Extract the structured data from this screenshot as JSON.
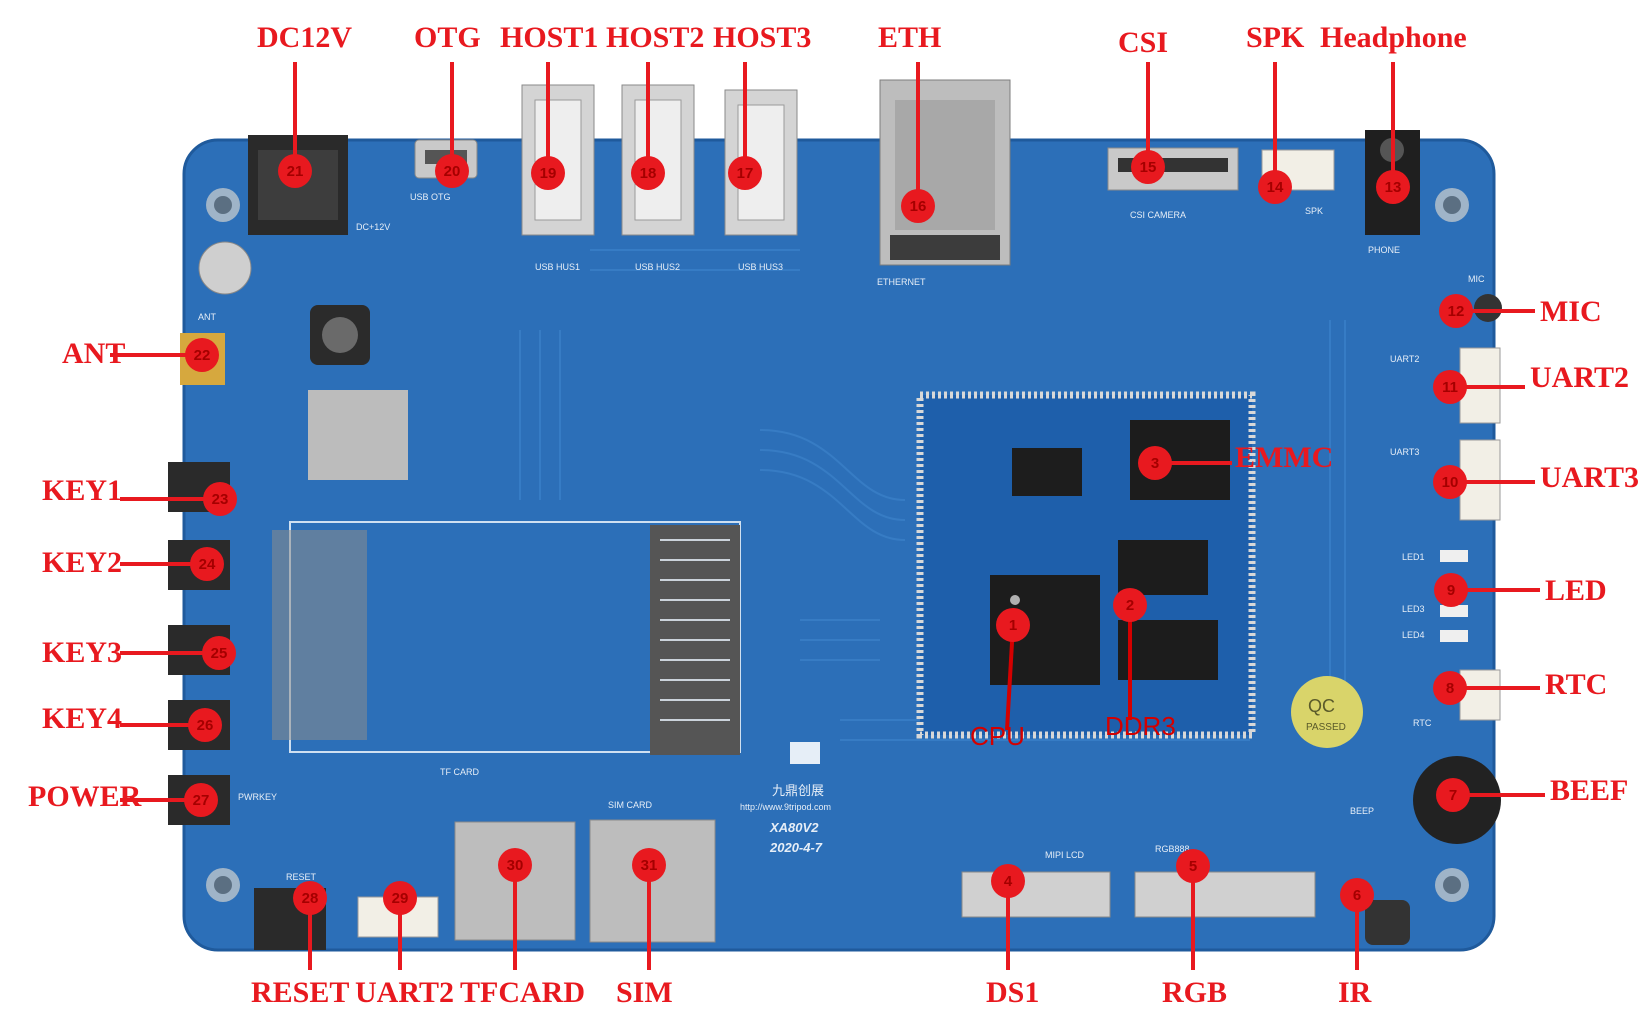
{
  "colors": {
    "board": "#2c6fb8",
    "board_edge": "#1f5a9c",
    "callout": "#e8191f",
    "label": "#e8191f",
    "chip": "#1c1c1c",
    "metal": "#c9c9c9"
  },
  "callouts": [
    {
      "id": 1,
      "label": "CPU",
      "text_color": "#d40000"
    },
    {
      "id": 2,
      "label": "DDR3",
      "text_color": "#d40000"
    },
    {
      "id": 3,
      "label": "EMMC",
      "text_color": "#e8191f"
    },
    {
      "id": 4,
      "label": "DS1",
      "text_color": "#e8191f"
    },
    {
      "id": 5,
      "label": "RGB",
      "text_color": "#e8191f"
    },
    {
      "id": 6,
      "label": "IR",
      "text_color": "#e8191f"
    },
    {
      "id": 7,
      "label": "BEEF",
      "text_color": "#e8191f"
    },
    {
      "id": 8,
      "label": "RTC",
      "text_color": "#e8191f"
    },
    {
      "id": 9,
      "label": "LED",
      "text_color": "#e8191f"
    },
    {
      "id": 10,
      "label": "UART3",
      "text_color": "#e8191f"
    },
    {
      "id": 11,
      "label": "UART2",
      "text_color": "#e8191f"
    },
    {
      "id": 12,
      "label": "MIC",
      "text_color": "#e8191f"
    },
    {
      "id": 13,
      "label": "Headphone",
      "text_color": "#e8191f"
    },
    {
      "id": 14,
      "label": "SPK",
      "text_color": "#e8191f"
    },
    {
      "id": 15,
      "label": "CSI",
      "text_color": "#e8191f"
    },
    {
      "id": 16,
      "label": "ETH",
      "text_color": "#e8191f"
    },
    {
      "id": 17,
      "label": "HOST3",
      "text_color": "#e8191f"
    },
    {
      "id": 18,
      "label": "HOST2",
      "text_color": "#e8191f"
    },
    {
      "id": 19,
      "label": "HOST1",
      "text_color": "#e8191f"
    },
    {
      "id": 20,
      "label": "OTG",
      "text_color": "#e8191f"
    },
    {
      "id": 21,
      "label": "DC12V",
      "text_color": "#e8191f"
    },
    {
      "id": 22,
      "label": "ANT",
      "text_color": "#e8191f"
    },
    {
      "id": 23,
      "label": "KEY1",
      "text_color": "#e8191f"
    },
    {
      "id": 24,
      "label": "KEY2",
      "text_color": "#e8191f"
    },
    {
      "id": 25,
      "label": "KEY3",
      "text_color": "#e8191f"
    },
    {
      "id": 26,
      "label": "KEY4",
      "text_color": "#e8191f"
    },
    {
      "id": 27,
      "label": "POWER",
      "text_color": "#e8191f"
    },
    {
      "id": 28,
      "label": "RESET",
      "text_color": "#e8191f"
    },
    {
      "id": 29,
      "label": "UART2",
      "text_color": "#e8191f"
    },
    {
      "id": 30,
      "label": "TFCARD",
      "text_color": "#e8191f"
    },
    {
      "id": 31,
      "label": "SIM",
      "text_color": "#e8191f"
    }
  ],
  "silkscreen": {
    "dc": "DC+12V",
    "otg": "USB OTG",
    "host1": "USB HUS1",
    "host2": "USB HUS2",
    "host3": "USB HUS3",
    "ethernet": "ETHERNET",
    "csi": "CSI CAMERA",
    "spk": "SPK",
    "phone": "PHONE",
    "mic": "MIC",
    "ant": "ANT",
    "uart2": "UART2",
    "uart3": "UART3",
    "led1": "LED1",
    "led3": "LED3",
    "led4": "LED4",
    "rtc": "RTC",
    "beep": "BEEP",
    "rgb": "RGB888",
    "mipi": "MIPI LCD",
    "tfcard": "TF CARD",
    "simcard": "SIM CARD",
    "power": "PWRKEY",
    "reset": "RESET",
    "board_id": "XA80V2",
    "board_date": "2020-4-7",
    "url": "http://www.9tripod.com",
    "brand": "九鼎创展",
    "qc1": "QC",
    "qc2": "PASSED"
  }
}
